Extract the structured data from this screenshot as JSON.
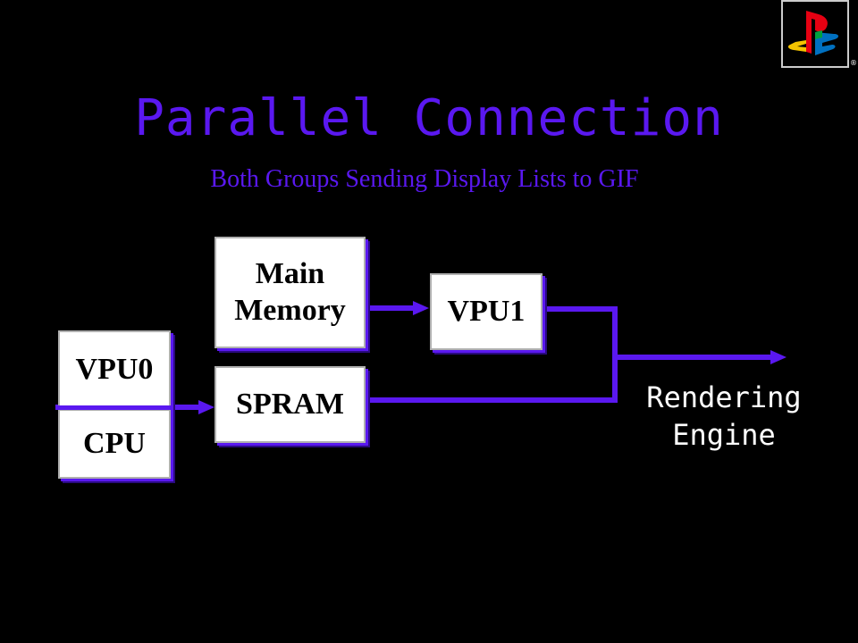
{
  "slide": {
    "title": "Parallel Connection",
    "subtitle": "Both Groups Sending Display Lists to GIF"
  },
  "logo": {
    "icon": "playstation-logo-icon",
    "trademark": "®"
  },
  "nodes": {
    "main_memory": {
      "line1": "Main",
      "line2": "Memory"
    },
    "vpu1": "VPU1",
    "spram": "SPRAM",
    "vpu0": "VPU0",
    "cpu": "CPU",
    "rendering_engine": {
      "line1": "Rendering",
      "line2": "Engine"
    }
  },
  "connections": [
    {
      "from": "main_memory",
      "to": "vpu1"
    },
    {
      "from": "vpu0_cpu",
      "to": "spram"
    },
    {
      "from": "vpu1",
      "to": "rendering_engine"
    },
    {
      "from": "spram",
      "to": "rendering_engine"
    }
  ],
  "colors": {
    "background": "#000000",
    "accent": "#5a18f0",
    "box_fill": "#ffffff",
    "label_text": "#ffffff"
  }
}
